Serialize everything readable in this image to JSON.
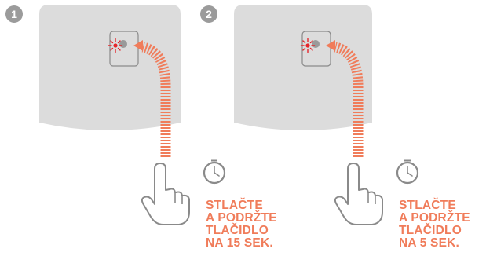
{
  "steps": [
    {
      "number": "1",
      "instruction_lines": [
        "STLAČTE",
        "A PODRŽTE",
        "TLAČIDLO",
        "NA 15 SEK."
      ]
    },
    {
      "number": "2",
      "instruction_lines": [
        "STLAČTE",
        "A PODRŽTE",
        "TLAČIDLO",
        "NA 5 SEK."
      ]
    }
  ],
  "icons": {
    "hand": "pointing-hand-icon",
    "timer": "clock-icon",
    "led": "blinking-led-icon",
    "arrow": "dashed-arrow-icon"
  },
  "colors": {
    "accent": "#f07c5a",
    "led_red": "#e5262b",
    "device_body": "#dcdcdc",
    "badge": "#9b9b9b",
    "outline": "#8a8a8a",
    "button": "#9a9a9a"
  }
}
